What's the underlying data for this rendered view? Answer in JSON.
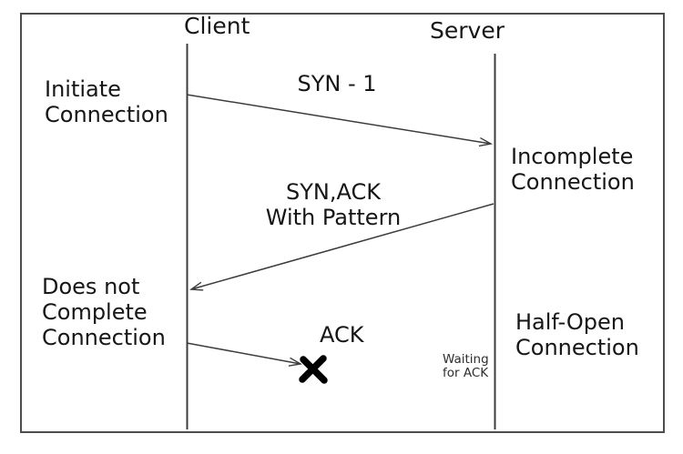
{
  "diagram": {
    "type": "sequence-diagram",
    "topic": "TCP half-open connection handshake",
    "actors": {
      "client": "Client",
      "server": "Server"
    },
    "messages": {
      "syn": "SYN - 1",
      "syn_ack": "SYN,ACK\nWith Pattern",
      "ack": "ACK"
    },
    "states": {
      "client_initiate": "Initiate\nConnection",
      "server_incomplete": "Incomplete\nConnection",
      "client_no_complete": "Does not\nComplete\nConnection",
      "server_half_open": "Half-Open\nConnection",
      "server_waiting": "Waiting\nfor ACK"
    },
    "icons": {
      "dropped_packet": "x-mark"
    },
    "colors": {
      "background": "#ffffff",
      "border": "#4d4d4d",
      "line": "#3c3c3c",
      "text": "#161616",
      "x_mark": "#000000"
    }
  }
}
